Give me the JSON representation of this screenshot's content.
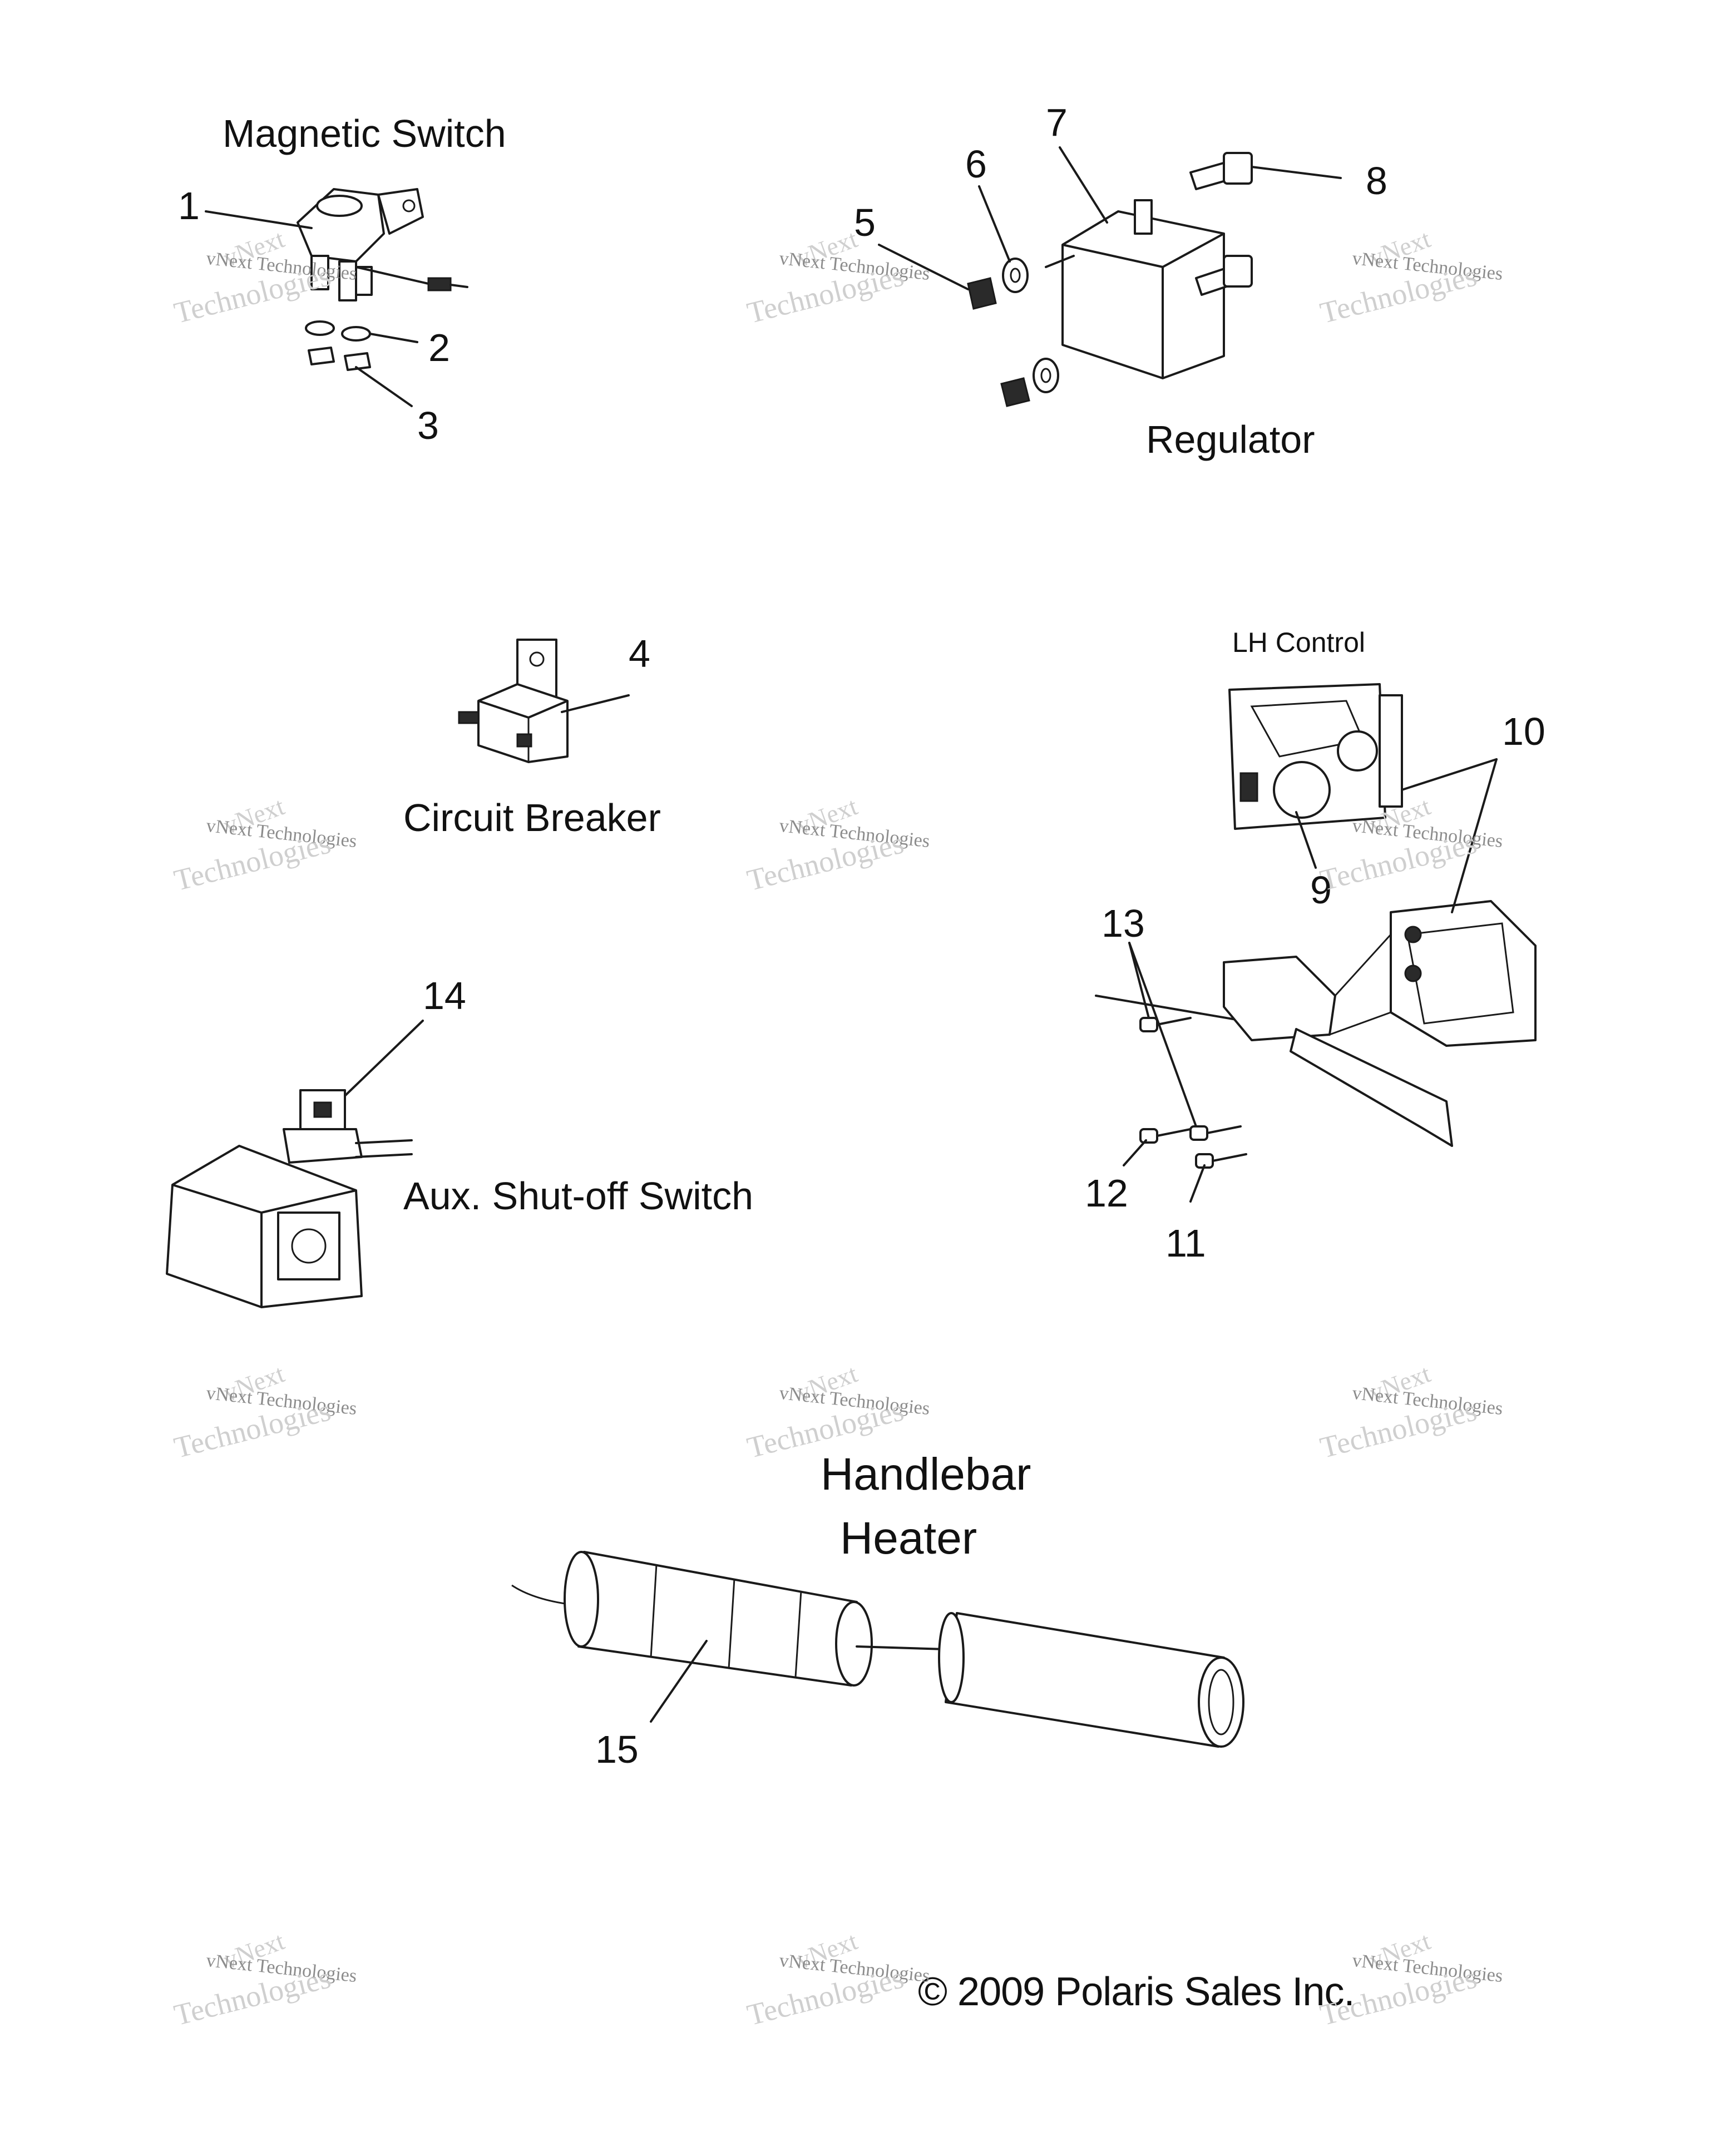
{
  "sections": {
    "magnetic_switch": "Magnetic Switch",
    "regulator": "Regulator",
    "circuit_breaker": "Circuit Breaker",
    "lh_control": "LH Control",
    "aux_shutoff": "Aux. Shut-off Switch",
    "handlebar_heater_line1": "Handlebar",
    "handlebar_heater_line2": "Heater"
  },
  "callouts": [
    "1",
    "2",
    "3",
    "4",
    "5",
    "6",
    "7",
    "8",
    "9",
    "10",
    "11",
    "12",
    "13",
    "14",
    "15"
  ],
  "copyright": "© 2009 Polaris Sales Inc.",
  "watermark": {
    "line1": "vNext",
    "line2": "vNext Technologies",
    "line3": "Technologies"
  }
}
